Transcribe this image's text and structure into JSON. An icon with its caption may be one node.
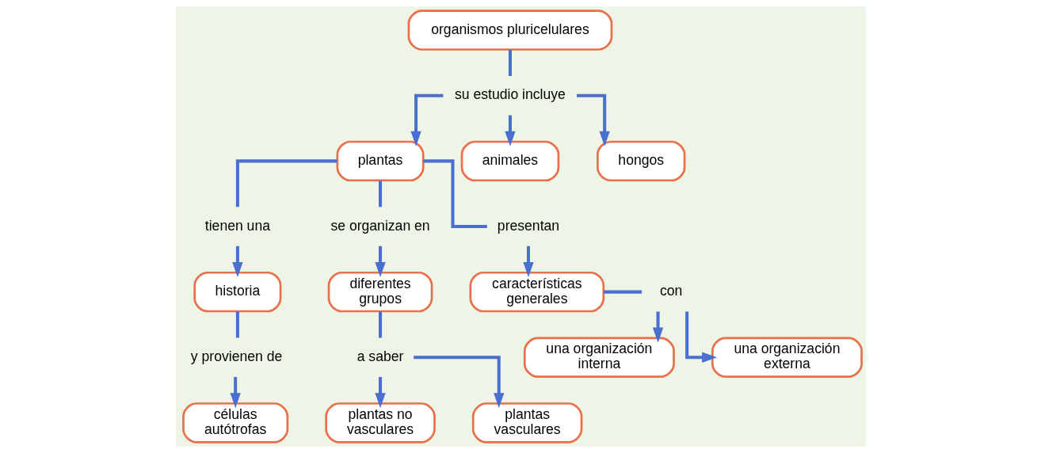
{
  "diagram": {
    "nodes": [
      {
        "text": [
          "organismos pluricelulares"
        ]
      },
      {
        "text": [
          "su estudio incluye"
        ]
      },
      {
        "text": [
          "plantas"
        ]
      },
      {
        "text": [
          "animales"
        ]
      },
      {
        "text": [
          "hongos"
        ]
      },
      {
        "text": [
          "tienen una"
        ]
      },
      {
        "text": [
          "se organizan en"
        ]
      },
      {
        "text": [
          "presentan"
        ]
      },
      {
        "text": [
          "historia"
        ]
      },
      {
        "text": [
          "y provienen de"
        ]
      },
      {
        "text": [
          "células autótrofas"
        ]
      },
      {
        "text": [
          "diferentes grupos"
        ]
      },
      {
        "text": [
          "a saber"
        ]
      },
      {
        "text": [
          "plantas no vasculares"
        ]
      },
      {
        "text": [
          "plantas vasculares"
        ]
      },
      {
        "text": [
          "características generales"
        ]
      },
      {
        "text": [
          "con"
        ]
      },
      {
        "text": [
          "una organización interna"
        ]
      },
      {
        "text": [
          "una organización externa"
        ]
      }
    ],
    "edges": [
      {
        "from": 0,
        "to": 1,
        "arrow": "none"
      },
      {
        "from": 1,
        "to": 2,
        "arrow": "to"
      },
      {
        "from": 1,
        "to": 3,
        "arrow": "to"
      },
      {
        "from": 1,
        "to": 4,
        "arrow": "to"
      },
      {
        "from": 2,
        "to": 5,
        "arrow": "none"
      },
      {
        "from": 2,
        "to": 6,
        "arrow": "none"
      },
      {
        "from": 2,
        "to": 7,
        "arrow": "none"
      },
      {
        "from": 5,
        "to": 8,
        "arrow": "to"
      },
      {
        "from": 8,
        "to": 9,
        "arrow": "none"
      },
      {
        "from": 9,
        "to": 10,
        "arrow": "to"
      },
      {
        "from": 6,
        "to": 11,
        "arrow": "to"
      },
      {
        "from": 11,
        "to": 12,
        "arrow": "none"
      },
      {
        "from": 12,
        "to": 13,
        "arrow": "to"
      },
      {
        "from": 12,
        "to": 14,
        "arrow": "to"
      },
      {
        "from": 7,
        "to": 15,
        "arrow": "to"
      },
      {
        "from": 15,
        "to": 16,
        "arrow": "none"
      },
      {
        "from": 16,
        "to": 17,
        "arrow": "to"
      },
      {
        "from": 16,
        "to": 18,
        "arrow": "to"
      }
    ]
  }
}
